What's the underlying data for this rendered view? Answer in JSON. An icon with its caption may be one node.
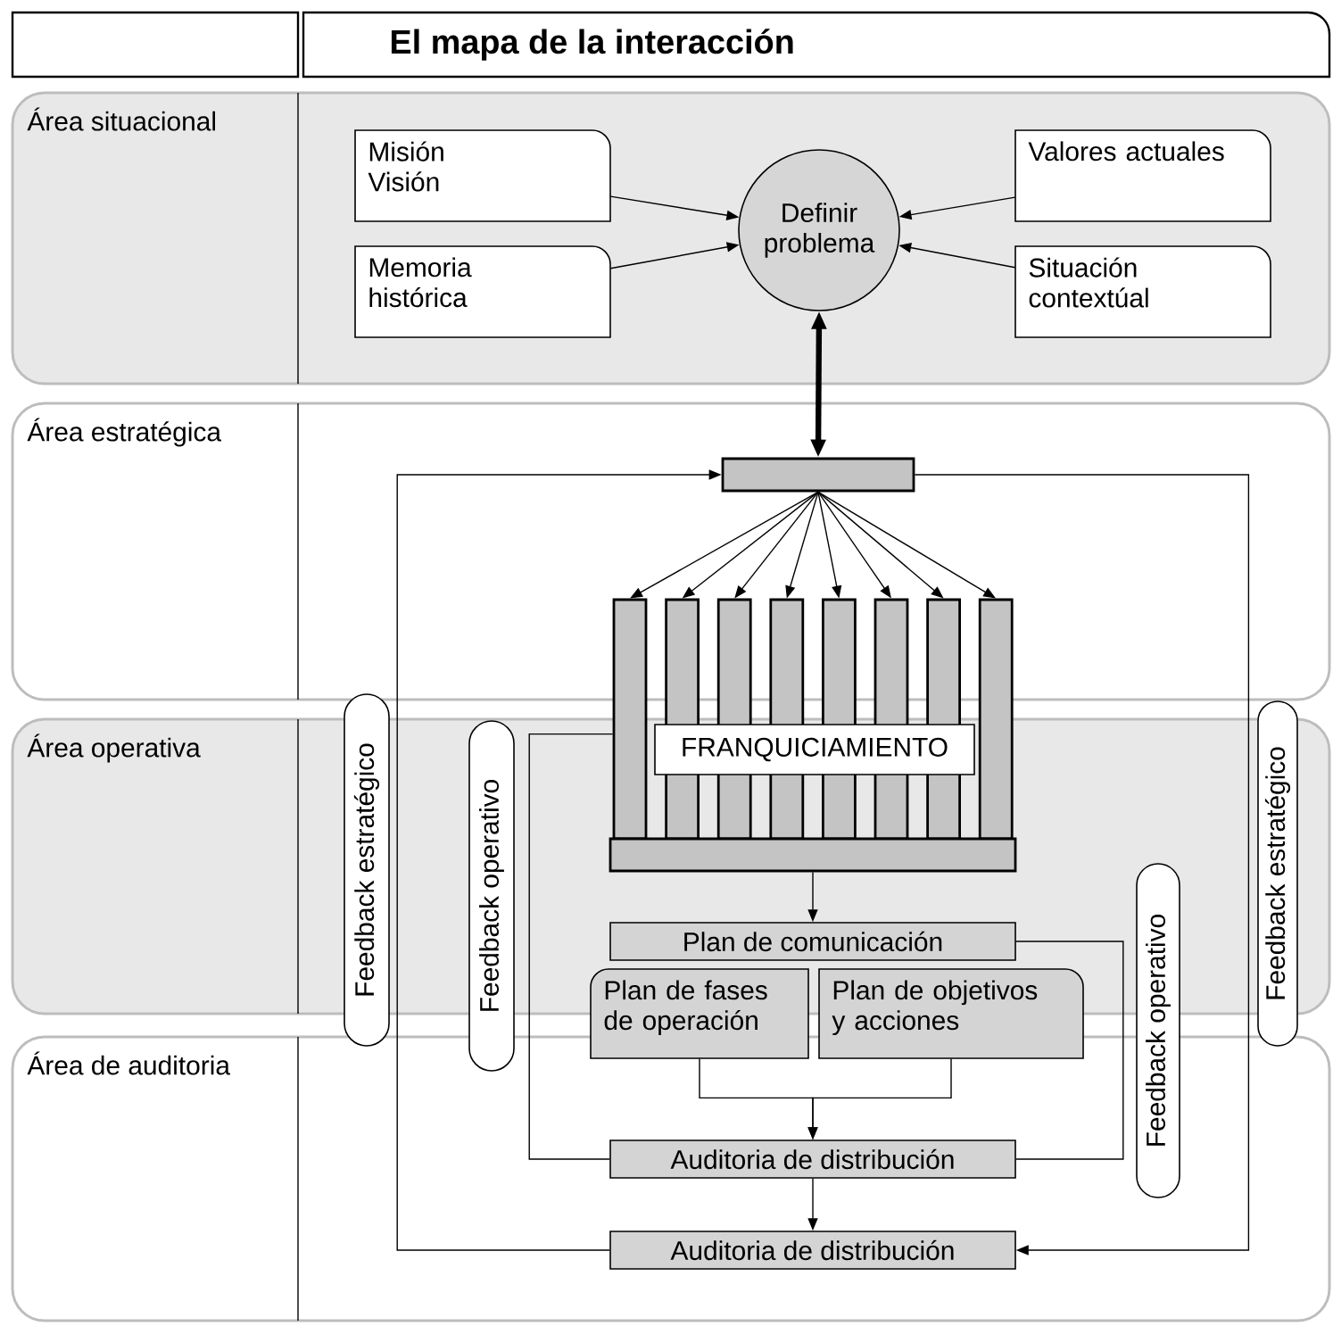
{
  "diagram": {
    "title": "El mapa de la interacción",
    "nodes": [
      {
        "text": [
          "Área situacional"
        ]
      },
      {
        "text": [
          "Misión Visión"
        ],
        "in": 0
      },
      {
        "text": [
          "Definir problema"
        ],
        "in": 0
      },
      {
        "text": [
          "Valores actuales"
        ],
        "in": 0
      },
      {
        "text": [
          "Memoria histórica"
        ],
        "in": 0
      },
      {
        "text": [
          "Situación contextúal"
        ],
        "in": 0
      },
      {
        "text": [
          "Área estratégica"
        ]
      },
      {
        "text": [],
        "shape": "bar",
        "in": 6
      },
      {
        "text": [],
        "shape": "bar"
      },
      {
        "text": [],
        "shape": "bar"
      },
      {
        "text": [],
        "shape": "bar"
      },
      {
        "text": [],
        "shape": "bar"
      },
      {
        "text": [],
        "shape": "bar"
      },
      {
        "text": [],
        "shape": "bar"
      },
      {
        "text": [],
        "shape": "bar"
      },
      {
        "text": [],
        "shape": "bar"
      },
      {
        "text": [
          "Área operativa"
        ]
      },
      {
        "text": [
          "FRANQUICIAMIENTO"
        ],
        "in": 16
      },
      {
        "text": [],
        "shape": "bar",
        "in": 16
      },
      {
        "text": [
          "Plan de comunicación"
        ],
        "in": 16
      },
      {
        "text": [
          "Plan de fases de operación"
        ]
      },
      {
        "text": [
          "Plan de objetivos y acciones"
        ]
      },
      {
        "text": [
          "Área de auditoria"
        ]
      },
      {
        "text": [
          "Auditoria de distribución"
        ],
        "in": 22
      },
      {
        "text": [
          "Auditoria de distribución"
        ],
        "in": 22
      },
      {
        "text": [
          "Feedback estratégico"
        ]
      },
      {
        "text": [
          "Feedback operativo"
        ]
      },
      {
        "text": [
          "Feedback operativo"
        ]
      },
      {
        "text": [
          "Feedback estratégico"
        ]
      }
    ],
    "edges": [
      {
        "from": 1,
        "to": 2,
        "arrow": "to"
      },
      {
        "from": 3,
        "to": 2,
        "arrow": "to"
      },
      {
        "from": 4,
        "to": 2,
        "arrow": "to"
      },
      {
        "from": 5,
        "to": 2,
        "arrow": "to"
      },
      {
        "from": 2,
        "to": 7,
        "arrow": "both",
        "style": "thick"
      },
      {
        "from": 7,
        "to": 8,
        "arrow": "to"
      },
      {
        "from": 7,
        "to": 9,
        "arrow": "to"
      },
      {
        "from": 7,
        "to": 10,
        "arrow": "to"
      },
      {
        "from": 7,
        "to": 11,
        "arrow": "to"
      },
      {
        "from": 7,
        "to": 12,
        "arrow": "to"
      },
      {
        "from": 7,
        "to": 13,
        "arrow": "to"
      },
      {
        "from": 7,
        "to": 14,
        "arrow": "to"
      },
      {
        "from": 7,
        "to": 15,
        "arrow": "to"
      },
      {
        "from": 18,
        "to": 19,
        "arrow": "to"
      },
      {
        "from": 20,
        "to": 23,
        "arrow": "to"
      },
      {
        "from": 21,
        "to": 23,
        "arrow": "to"
      },
      {
        "from": 23,
        "to": 24,
        "arrow": "to"
      },
      {
        "from": 24,
        "to": 7,
        "arrow": "to"
      },
      {
        "from": 7,
        "to": 24,
        "arrow": "to"
      },
      {
        "from": 23,
        "to": 8,
        "arrow": "none"
      },
      {
        "from": 19,
        "to": 23,
        "arrow": "none"
      }
    ]
  }
}
